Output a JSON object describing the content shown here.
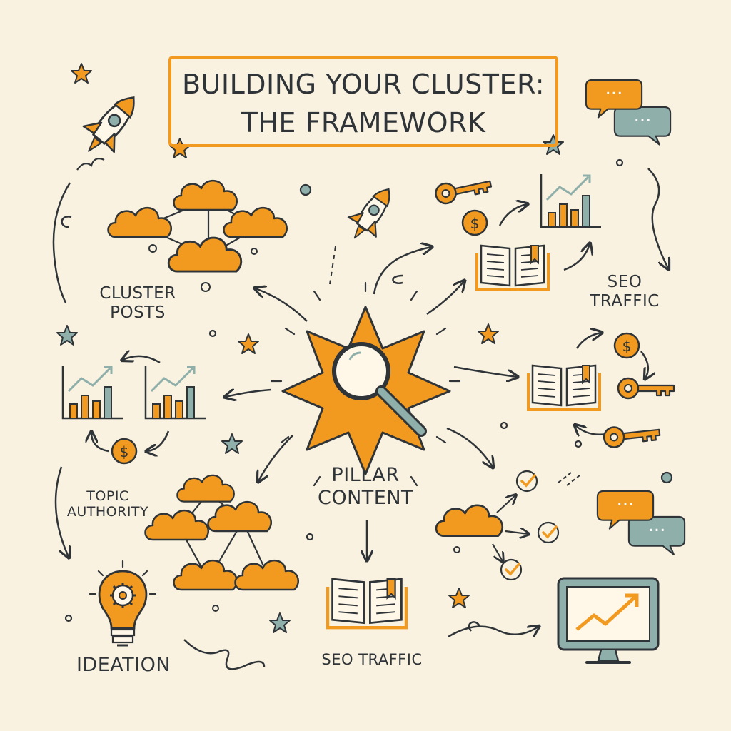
{
  "title": {
    "line1": "BUILDING YOUR CLUSTER:",
    "line2": "THE FRAMEWORK"
  },
  "labels": {
    "cluster_posts": [
      "CLUSTER",
      "POSTS"
    ],
    "seo_traffic_right": [
      "SEO",
      "TRAFFIC"
    ],
    "topic_authority": [
      "TOPIC",
      "AUTHORITY"
    ],
    "pillar_content": [
      "PILLAR",
      "CONTENT"
    ],
    "ideation": "IDEATION",
    "seo_traffic_bottom": "SEO TRAFFIC"
  },
  "icons": {
    "center": "magnifier-sunburst-icon",
    "dollar_symbol": "$",
    "chat_dots": "..."
  },
  "colors": {
    "background": "#faf2e0",
    "accent": "#f29a1f",
    "ink": "#2f3438",
    "teal": "#8fb0aa"
  }
}
